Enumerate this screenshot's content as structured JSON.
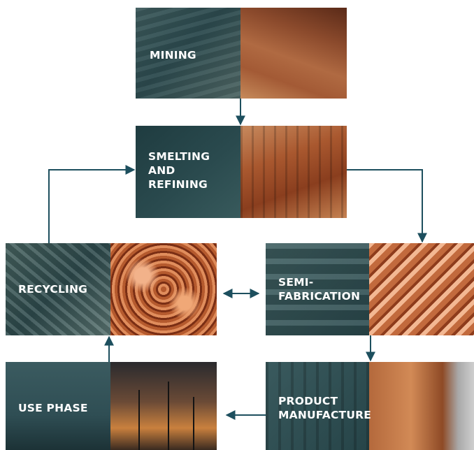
{
  "stages": {
    "mining": {
      "label": "MINING"
    },
    "smelting": {
      "label": "SMELTING\nAND\nREFINING"
    },
    "recycling": {
      "label": "RECYCLING"
    },
    "semi_fabrication": {
      "label": "SEMI-\nFABRICATION"
    },
    "use_phase": {
      "label": "USE PHASE"
    },
    "product_manufacture": {
      "label": "PRODUCT\nMANUFACTURE"
    }
  },
  "colors": {
    "arrow": "#1d4f5e",
    "text": "#ffffff"
  }
}
